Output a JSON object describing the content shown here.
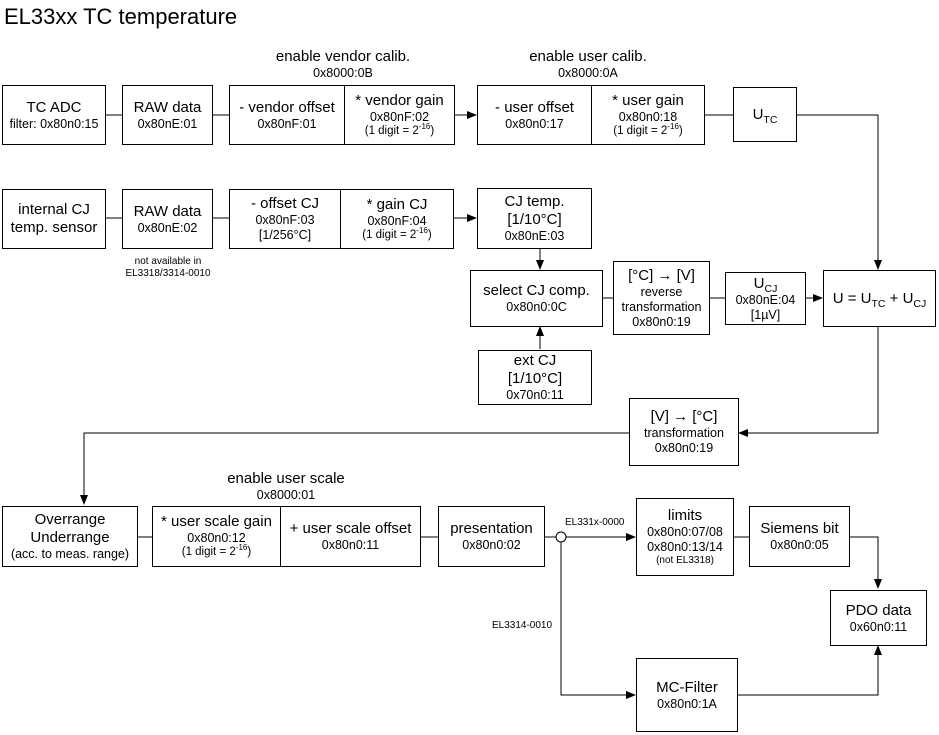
{
  "title": "EL33xx TC temperature",
  "group_labels": {
    "vendor_calib": {
      "label": "enable vendor calib.",
      "index": "0x8000:0B"
    },
    "user_calib": {
      "label": "enable user calib.",
      "index": "0x8000:0A"
    },
    "user_scale": {
      "label": "enable user scale",
      "index": "0x8000:01"
    }
  },
  "boxes": {
    "tc_adc": {
      "line1": "TC ADC",
      "line2": "filter: 0x80n0:15"
    },
    "raw_tc": {
      "line1": "RAW data",
      "line2": "0x80nE:01"
    },
    "vendor_offset": {
      "line1": "- vendor offset",
      "line2": "0x80nF:01"
    },
    "vendor_gain": {
      "line1": "* vendor gain",
      "line2": "0x80nF:02",
      "line3": "(1 digit = 2",
      "line3_sup": "-16",
      "line3_end": ")"
    },
    "user_offset": {
      "line1": "- user offset",
      "line2": "0x80n0:17"
    },
    "user_gain": {
      "line1": "* user gain",
      "line2": "0x80n0:18",
      "line3": "(1 digit = 2",
      "line3_sup": "-16",
      "line3_end": ")"
    },
    "u_tc": {
      "main": "U",
      "sub": "TC"
    },
    "internal_cj": {
      "line1": "internal CJ",
      "line2": "temp. sensor"
    },
    "raw_cj": {
      "line1": "RAW data",
      "line2": "0x80nE:02"
    },
    "offset_cj": {
      "line1": "- offset CJ",
      "line2": "0x80nF:03",
      "line3": "[1/256°C]"
    },
    "gain_cj": {
      "line1": "* gain CJ",
      "line2": "0x80nF:04",
      "line3": "(1 digit = 2",
      "line3_sup": "-16",
      "line3_end": ")"
    },
    "cj_temp": {
      "line1": "CJ temp.",
      "line2": "[1/10°C]",
      "line3": "0x80nE:03"
    },
    "select_cj": {
      "line1": "select CJ comp.",
      "line2": "0x80n0:0C"
    },
    "reverse_trans": {
      "line1": "[°C] → [V]",
      "line2": "reverse",
      "line3": "transformation",
      "line4": "0x80n0:19"
    },
    "u_cj": {
      "main": "U",
      "sub": "CJ",
      "line2": "0x80nE:04",
      "line3": "[1µV]"
    },
    "u_sum": {
      "p1": "U = U",
      "s1": "TC",
      "p2": " + U",
      "s2": "CJ"
    },
    "ext_cj": {
      "line1": "ext CJ",
      "line2": "[1/10°C]",
      "line3": "0x70n0:11"
    },
    "transformation": {
      "line1": "[V] → [°C]",
      "line2": "transformation",
      "line3": "0x80n0:19"
    },
    "overrange": {
      "line1": "Overrange",
      "line2": "Underrange",
      "line3": "(acc. to meas. range)"
    },
    "user_scale_gain": {
      "line1": "* user scale gain",
      "line2": "0x80n0:12",
      "line3": "(1 digit = 2",
      "line3_sup": "-16",
      "line3_end": ")"
    },
    "user_scale_offset": {
      "line1": "+ user scale offset",
      "line2": "0x80n0:11"
    },
    "presentation": {
      "line1": "presentation",
      "line2": "0x80n0:02"
    },
    "limits": {
      "line1": "limits",
      "line2": "0x80n0:07/08",
      "line3": "0x80n0:13/14",
      "line4": "(not EL3318)"
    },
    "siemens_bit": {
      "line1": "Siemens bit",
      "line2": "0x80n0:05"
    },
    "pdo_data": {
      "line1": "PDO data",
      "line2": "0x60n0:11"
    },
    "mc_filter": {
      "line1": "MC-Filter",
      "line2": "0x80n0:1A"
    }
  },
  "notes": {
    "not_available": "not available in",
    "not_available_models": "EL3318/3314-0010",
    "branch_upper": "EL331x-0000",
    "branch_lower": "EL3314-0010"
  }
}
